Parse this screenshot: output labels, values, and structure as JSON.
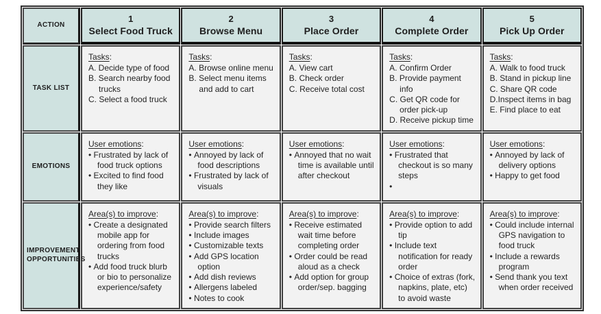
{
  "colors": {
    "header_bg": "#cfe2e0",
    "body_cell_bg": "#f2f2f2",
    "grid_dark": "#161616",
    "grid_gray": "#454545",
    "text": "#1f1f1f"
  },
  "strings": {
    "colon": ":"
  },
  "row_labels": {
    "action": "ACTION",
    "tasks": "TASK LIST",
    "emotions": "EMOTIONS",
    "improvements": "IMPROVEMENT OPPORTUNITIES"
  },
  "headings": {
    "tasks": "Tasks",
    "emotions": "User emotions",
    "improvements": "Area(s) to improve"
  },
  "columns": [
    {
      "number": "1",
      "title": "Select Food Truck",
      "tasks": [
        "A. Decide type of food",
        "B. Search nearby food trucks",
        "C. Select a food truck"
      ],
      "emotions": [
        "Frustrated by lack of food truck options",
        "Excited to find food they like"
      ],
      "improvements": [
        "Create a designated mobile app for ordering from food trucks",
        "Add food truck blurb or bio to personalize experience/safety"
      ]
    },
    {
      "number": "2",
      "title": "Browse Menu",
      "tasks": [
        "A. Browse online menu",
        "B. Select menu items and add to cart"
      ],
      "emotions": [
        "Annoyed by lack of food descriptions",
        "Frustrated by lack of visuals"
      ],
      "improvements": [
        "Provide search filters",
        "Include images",
        "Customizable texts",
        "Add GPS location option",
        "Add dish reviews",
        "Allergens labeled",
        "Notes to cook"
      ]
    },
    {
      "number": "3",
      "title": "Place Order",
      "tasks": [
        "A. View cart",
        "B. Check order",
        "C. Receive total cost"
      ],
      "emotions": [
        "Annoyed that no wait time is available until after checkout"
      ],
      "improvements": [
        "Receive estimated wait time before completing order",
        "Order could be read aloud as a check",
        "Add option for group order/sep. bagging"
      ]
    },
    {
      "number": "4",
      "title": "Complete Order",
      "tasks": [
        "A. Confirm Order",
        "B. Provide payment info",
        "C. Get QR code for order pick-up",
        "D. Receive pickup time"
      ],
      "emotions": [
        "Frustrated that checkout is so many steps",
        ""
      ],
      "improvements": [
        "Provide option to add tip",
        "Include text notification for ready order",
        "Choice of extras (fork, napkins, plate, etc) to avoid waste"
      ]
    },
    {
      "number": "5",
      "title": "Pick Up Order",
      "tasks": [
        "A. Walk to food truck",
        "B. Stand in pickup line",
        "C. Share QR code",
        "D.Inspect items in bag",
        "E. Find place to eat"
      ],
      "emotions": [
        "Annoyed by lack of delivery options",
        "Happy to get food"
      ],
      "improvements": [
        "Could include internal GPS navigation to food truck",
        "Include a rewards program",
        "Send thank you text when order received"
      ]
    }
  ]
}
